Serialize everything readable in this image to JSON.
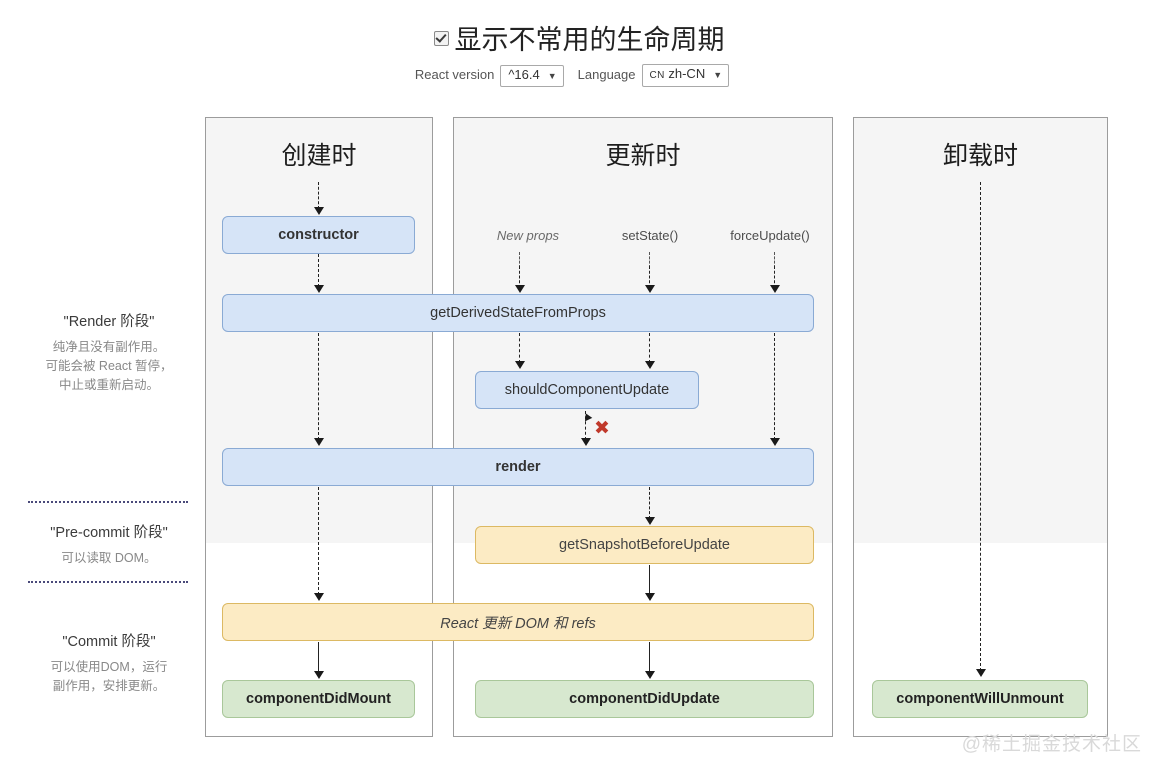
{
  "header": {
    "checkbox_label": "显示不常用的生命周期",
    "checkbox_checked": true,
    "react_version_label": "React version",
    "react_version_value": "^16.4",
    "language_label": "Language",
    "language_country": "CN",
    "language_value": "zh-CN",
    "caret": "▼"
  },
  "phases": [
    {
      "title": "\"Render 阶段\"",
      "lines": [
        "纯净且没有副作用。",
        "可能会被 React 暂停，",
        "中止或重新启动。"
      ]
    },
    {
      "title": "\"Pre-commit 阶段\"",
      "lines": [
        "可以读取 DOM。"
      ]
    },
    {
      "title": "\"Commit 阶段\"",
      "lines": [
        "可以使用DOM，运行",
        "副作用，安排更新。"
      ]
    }
  ],
  "columns": [
    {
      "title": "创建时"
    },
    {
      "title": "更新时"
    },
    {
      "title": "卸载时"
    }
  ],
  "triggers": [
    {
      "label": "New props",
      "italic": true
    },
    {
      "label": "setState()",
      "italic": false
    },
    {
      "label": "forceUpdate()",
      "italic": false
    }
  ],
  "nodes": {
    "constructor": "constructor",
    "get_derived_state_from_props": "getDerivedStateFromProps",
    "should_component_update": "shouldComponentUpdate",
    "render": "render",
    "get_snapshot_before_update": "getSnapshotBeforeUpdate",
    "react_updates_dom": "React 更新 DOM 和 refs",
    "component_did_mount": "componentDidMount",
    "component_did_update": "componentDidUpdate",
    "component_will_unmount": "componentWillUnmount"
  },
  "markers": {
    "skip_x": "✖"
  },
  "watermark": "@稀土掘金技术社区",
  "colors": {
    "blue_fill": "#d6e4f7",
    "blue_border": "#8aaad4",
    "yellow_fill": "#fcebc4",
    "yellow_border": "#dcb963",
    "green_fill": "#d7e8cf",
    "green_border": "#a9c79a",
    "gray_band": "#f5f5f5",
    "column_border": "#9c9c9c",
    "red_x": "#c0392b"
  }
}
